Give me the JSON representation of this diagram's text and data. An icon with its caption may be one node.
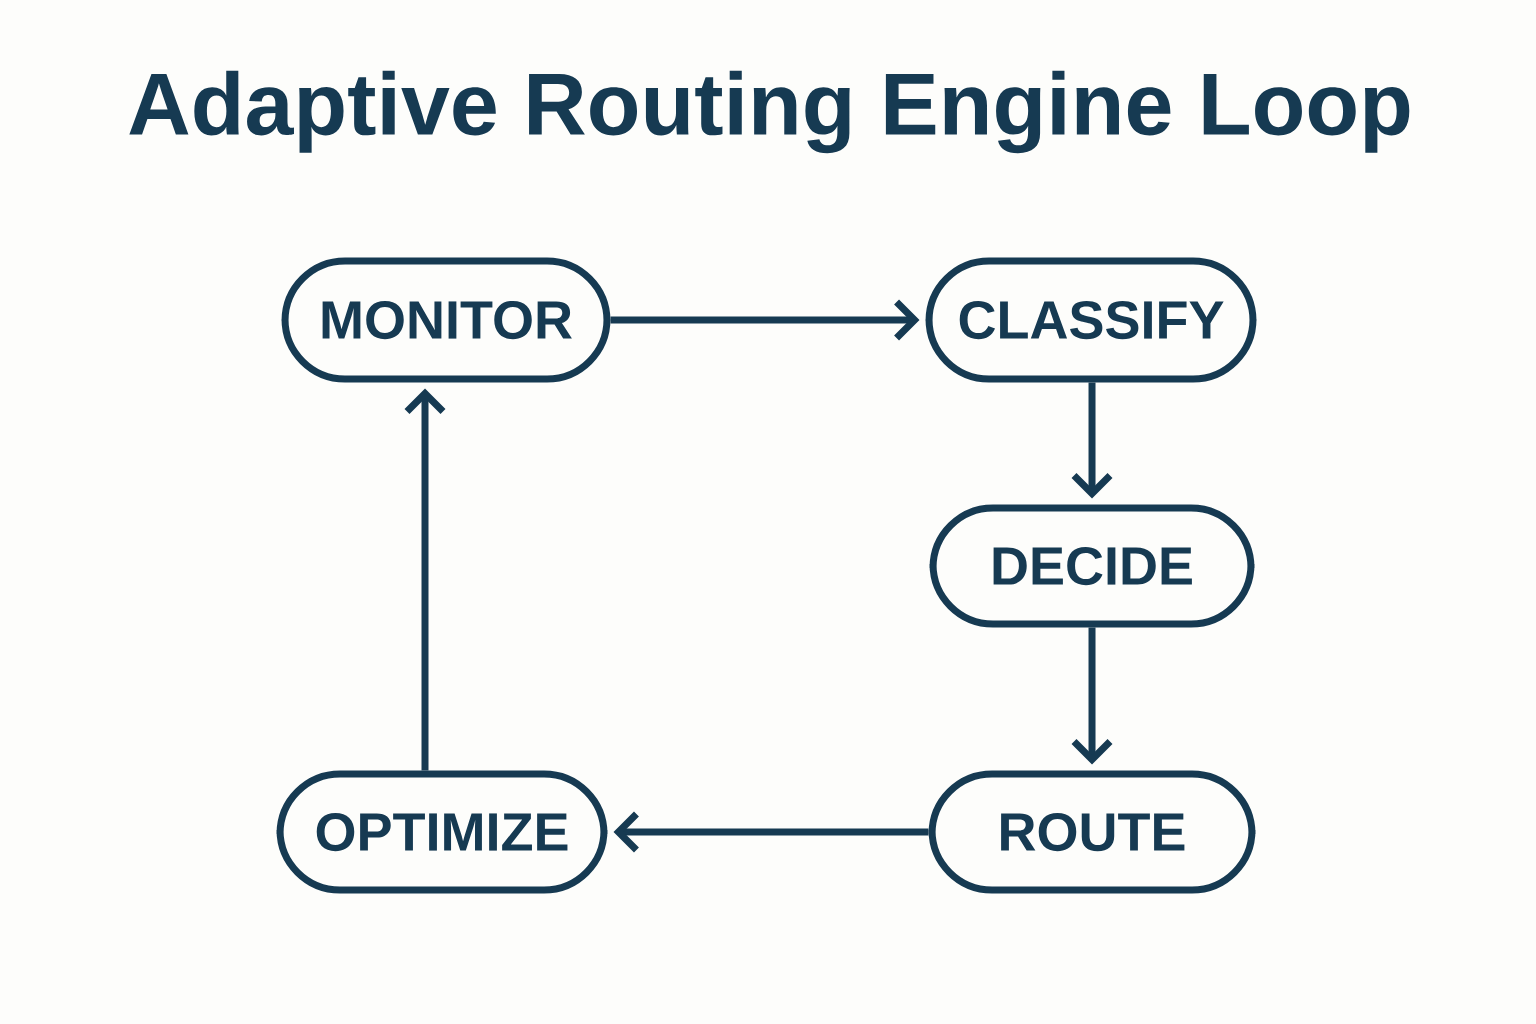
{
  "diagram": {
    "title": "Adaptive Routing Engine Loop",
    "nodes": [
      {
        "text": [
          "MONITOR"
        ]
      },
      {
        "text": [
          "CLASSIFY"
        ]
      },
      {
        "text": [
          "DECIDE"
        ]
      },
      {
        "text": [
          "ROUTE"
        ]
      },
      {
        "text": [
          "OPTIMIZE"
        ]
      }
    ],
    "edges": [
      {
        "from": 0,
        "to": 1,
        "arrow": "to"
      },
      {
        "from": 1,
        "to": 2,
        "arrow": "to"
      },
      {
        "from": 2,
        "to": 3,
        "arrow": "to"
      },
      {
        "from": 3,
        "to": 4,
        "arrow": "to"
      },
      {
        "from": 4,
        "to": 0,
        "arrow": "to"
      }
    ]
  }
}
